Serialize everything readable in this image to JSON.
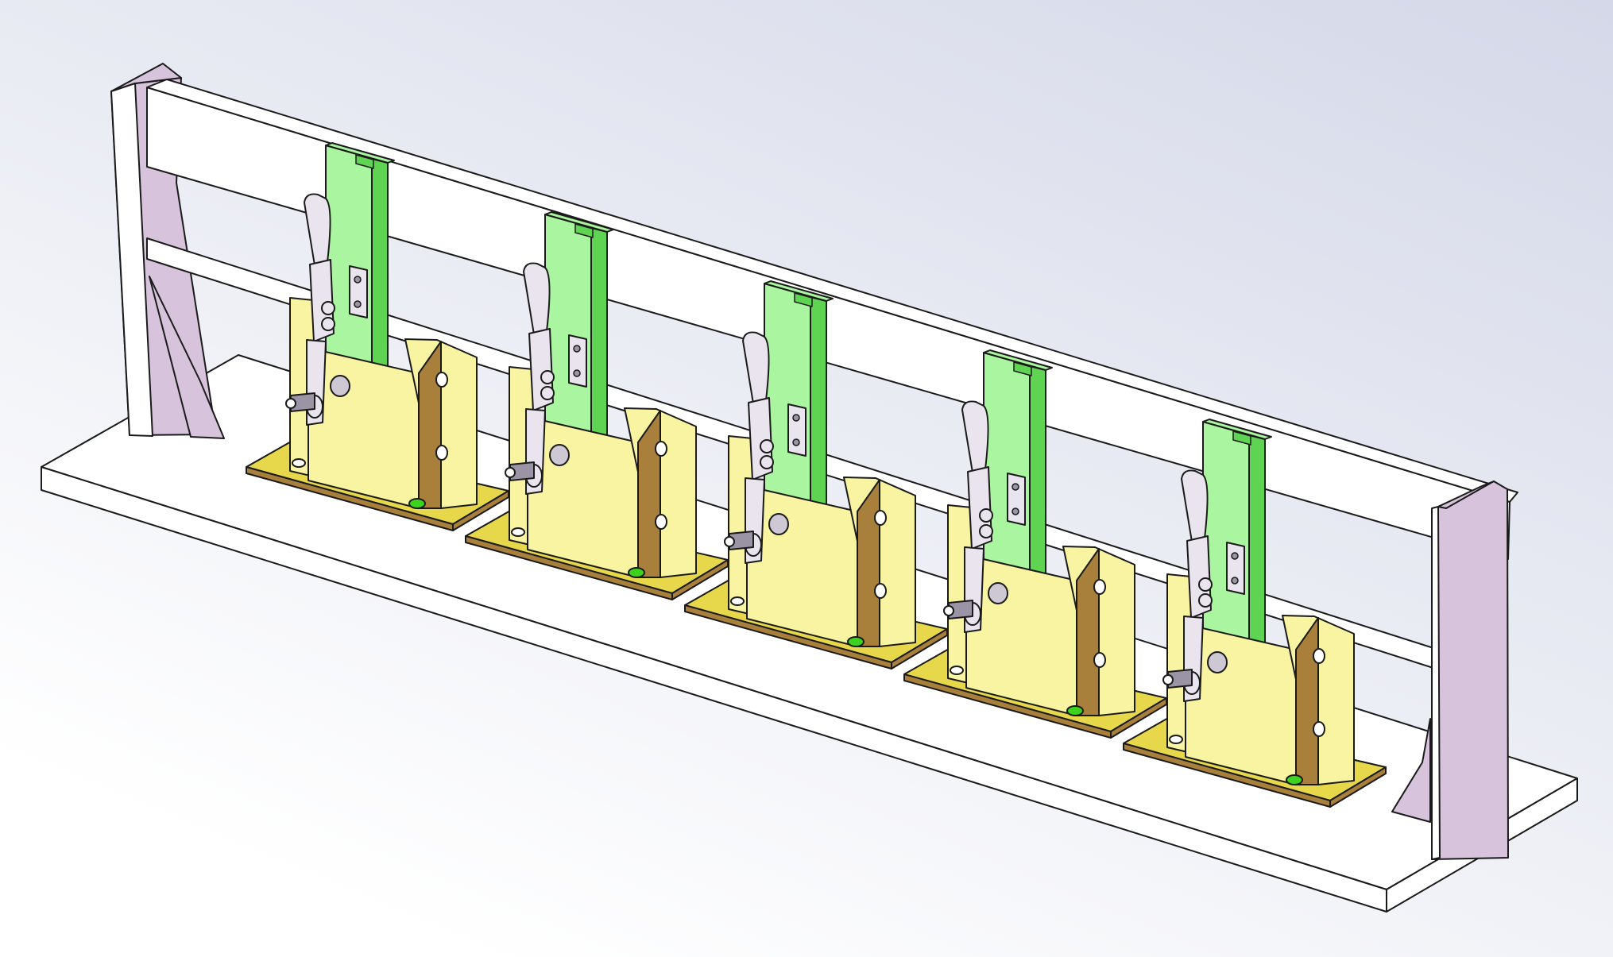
{
  "viewport": {
    "background_top": "#d4d8e8",
    "background_bottom": "#ffffff"
  },
  "colors": {
    "base_plate": "#ffffff",
    "end_frame": "#d7c4dc",
    "rail": "#ffffff",
    "outline": "#1a1a1a",
    "bracket_light": "#f8f4a2",
    "bracket_shade": "#a8803c",
    "bracket_base": "#e6d84a",
    "guide_light": "#aaf5a0",
    "guide_dark": "#5ed452",
    "clamp_metal": "#e9e4ee",
    "clamp_dark": "#9a94a4",
    "pin_green": "#3cd21e"
  },
  "assembly": {
    "fixture_count": 5,
    "parts": {
      "base_plate": "base-plate",
      "end_frame": "end-frame",
      "rail": "rail",
      "bracket": "bracket",
      "guide_bar": "guide-bar",
      "toggle_clamp": "toggle-clamp",
      "locating_pin": "locating-pin"
    }
  }
}
